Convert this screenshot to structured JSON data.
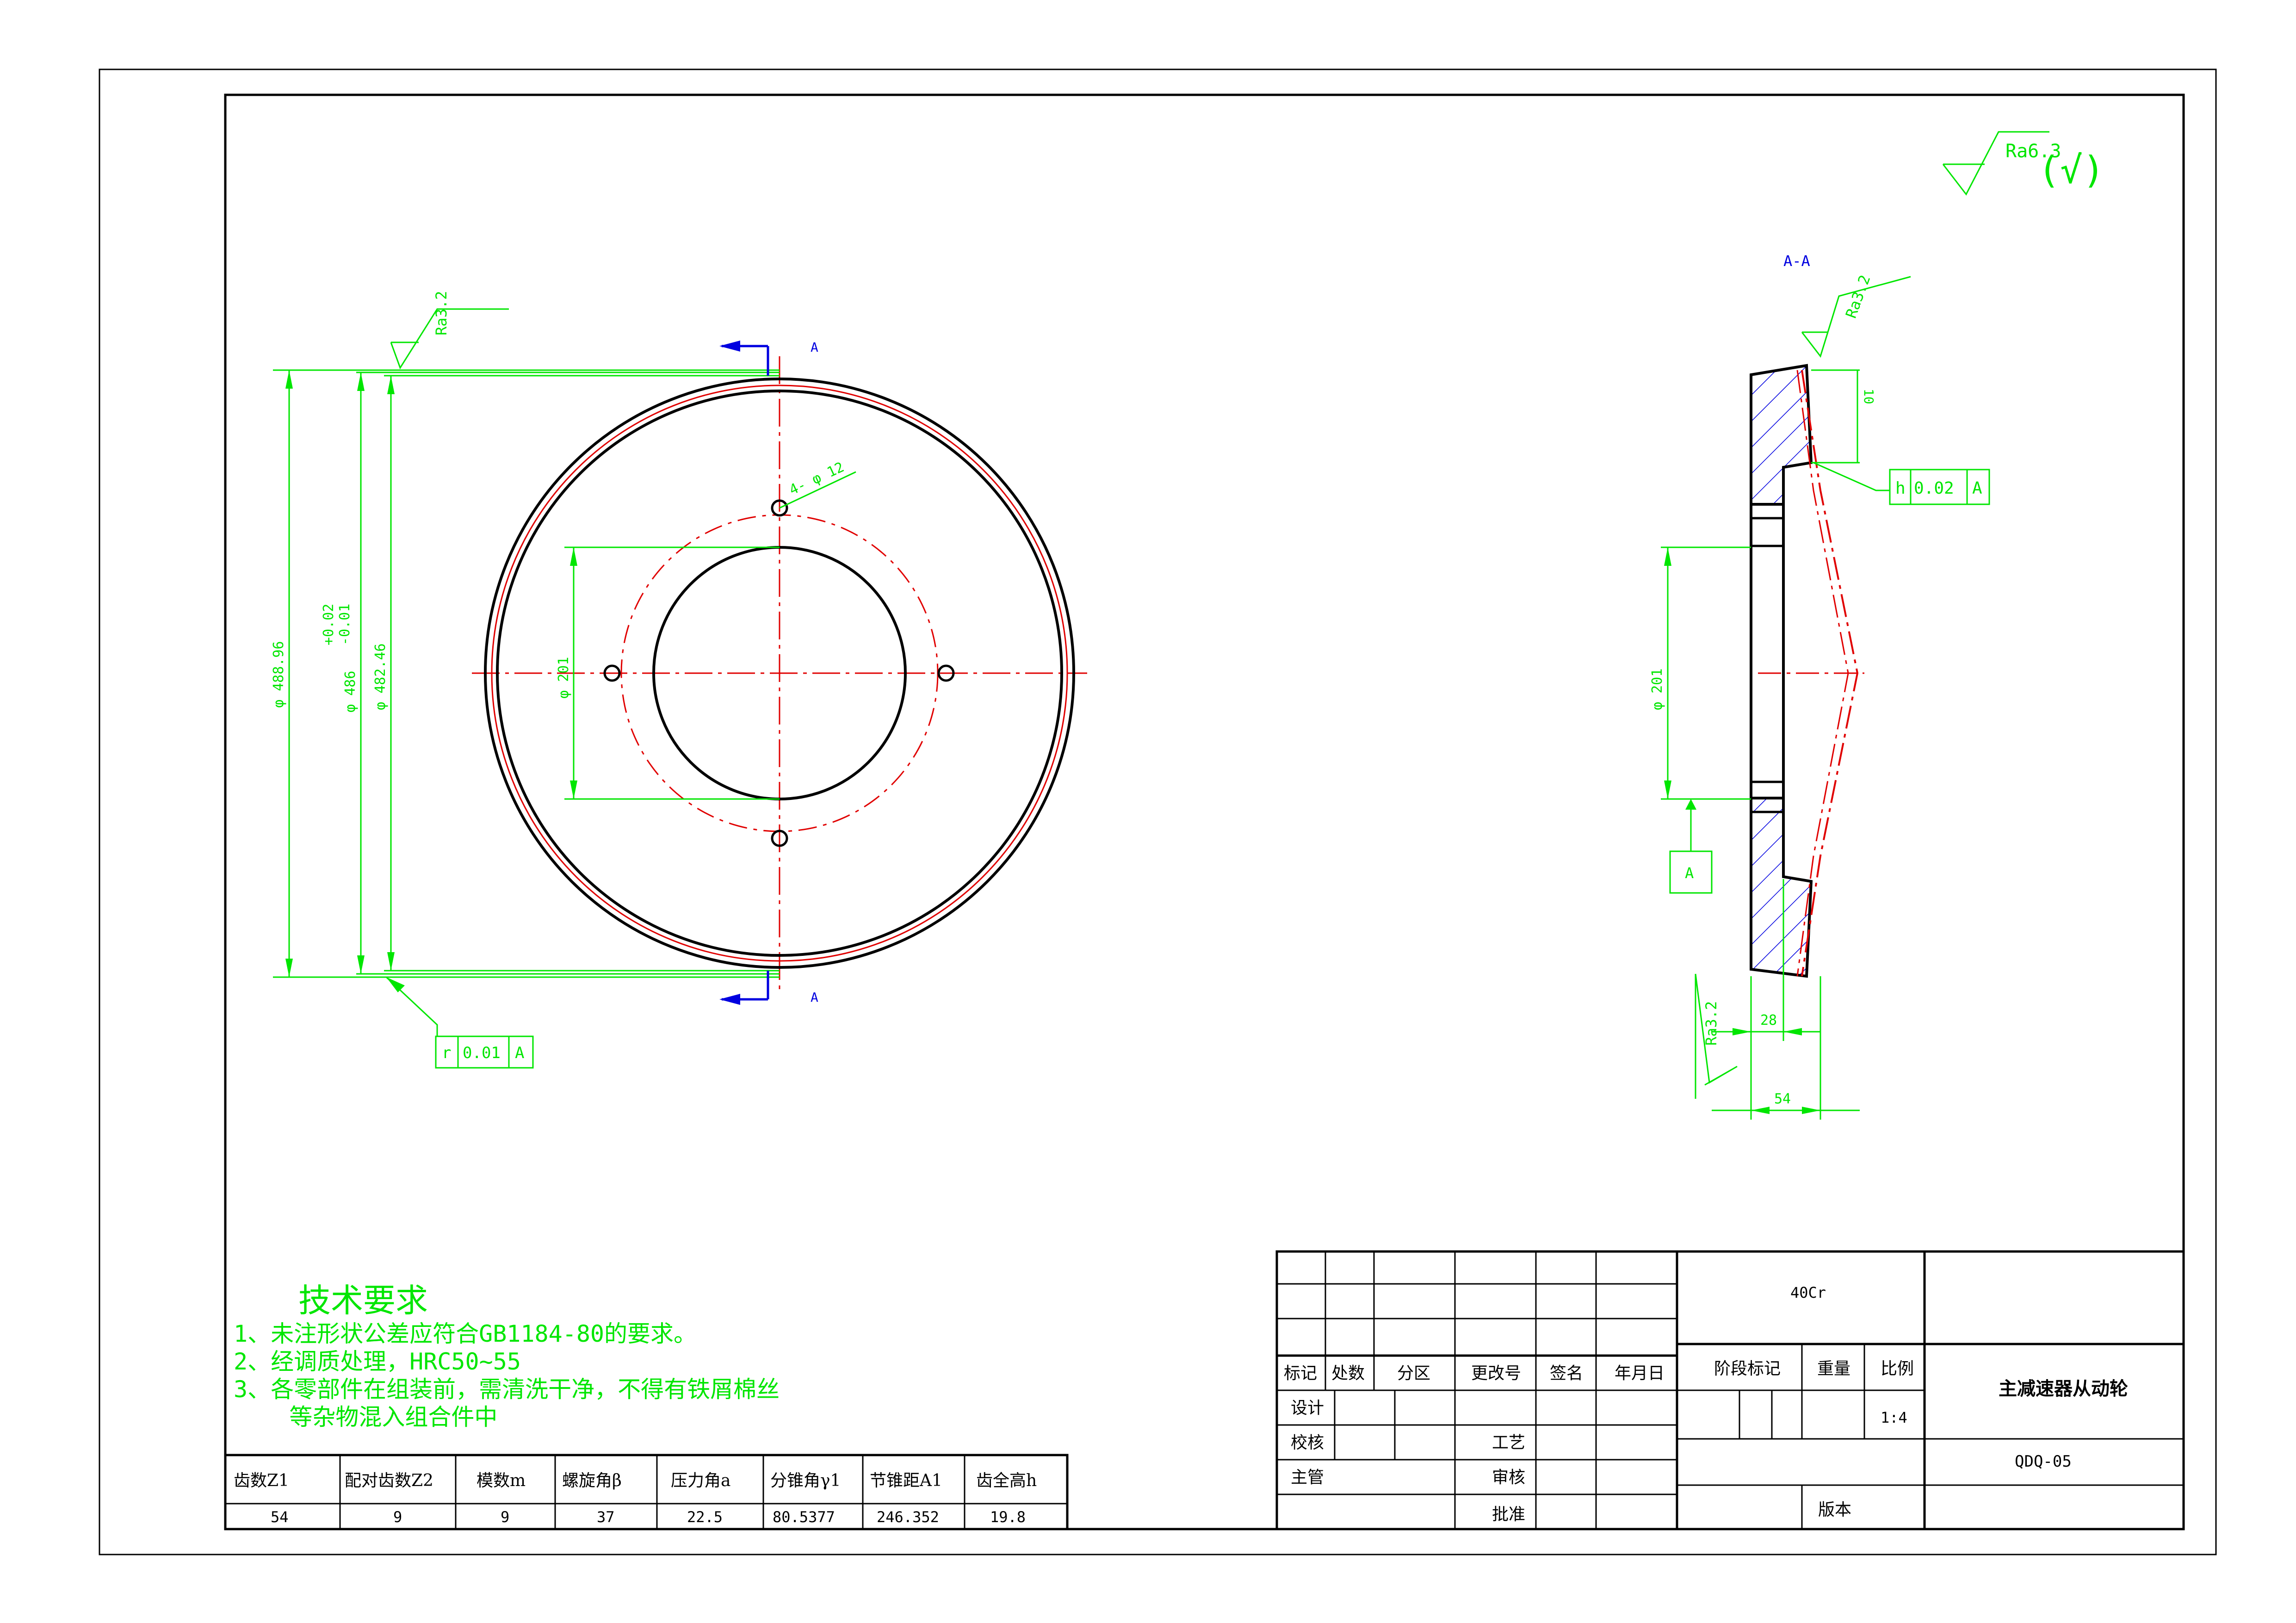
{
  "top_roughness": {
    "value": "Ra6.3",
    "note": "(√)"
  },
  "front_view": {
    "roughness": "Ra3.2",
    "dim_outer_1": "φ 488.96",
    "dim_outer_2": "φ 486",
    "tol_upper": "+0.02",
    "tol_lower": "-0.01",
    "dim_outer_3": "φ 482.46",
    "dim_bolt_circle": "φ 201",
    "dim_hole": "4- φ 12",
    "section_mark": "A",
    "runout_frame": [
      "r",
      "0.01",
      "A"
    ]
  },
  "section_view": {
    "title": "A-A",
    "roughness_top": "Ra3.2",
    "roughness_bottom": "Ra3.2",
    "dim_small": "10",
    "dim_bore": "φ 201",
    "datum": "A",
    "dim_28": "28",
    "dim_54": "54",
    "tol_frame": [
      "h",
      "0.02",
      "A"
    ]
  },
  "tech_requirements": {
    "title": "技术要求",
    "lines": [
      "1、未注形状公差应符合GB1184-80的要求。",
      "2、经调质处理，HRC50~55",
      "3、各零部件在组装前，需清洗干净，不得有铁屑棉丝",
      "    等杂物混入组合件中"
    ]
  },
  "gear_table": {
    "headers": [
      "齿数Z1",
      "配对齿数Z2",
      "模数m",
      "螺旋角β",
      "压力角a",
      "分锥角γ1",
      "节锥距A1",
      "齿全高h"
    ],
    "values": [
      "54",
      "9",
      "9",
      "37",
      "22.5",
      "80.5377",
      "246.352",
      "19.8"
    ]
  },
  "title_block": {
    "material": "40Cr",
    "part_name": "主减速器从动轮",
    "drawing_no": "QDQ-05",
    "row_labels": [
      "标记",
      "处数",
      "分区",
      "更改号",
      "签名",
      "年月日"
    ],
    "stage_label": "阶段标记",
    "weight_label": "重量",
    "scale_label": "比例",
    "scale_value": "1:4",
    "designer": "设计",
    "checker": "校核",
    "supervisor": "主管",
    "process": "工艺",
    "review": "审核",
    "approve": "批准",
    "version": "版本"
  }
}
